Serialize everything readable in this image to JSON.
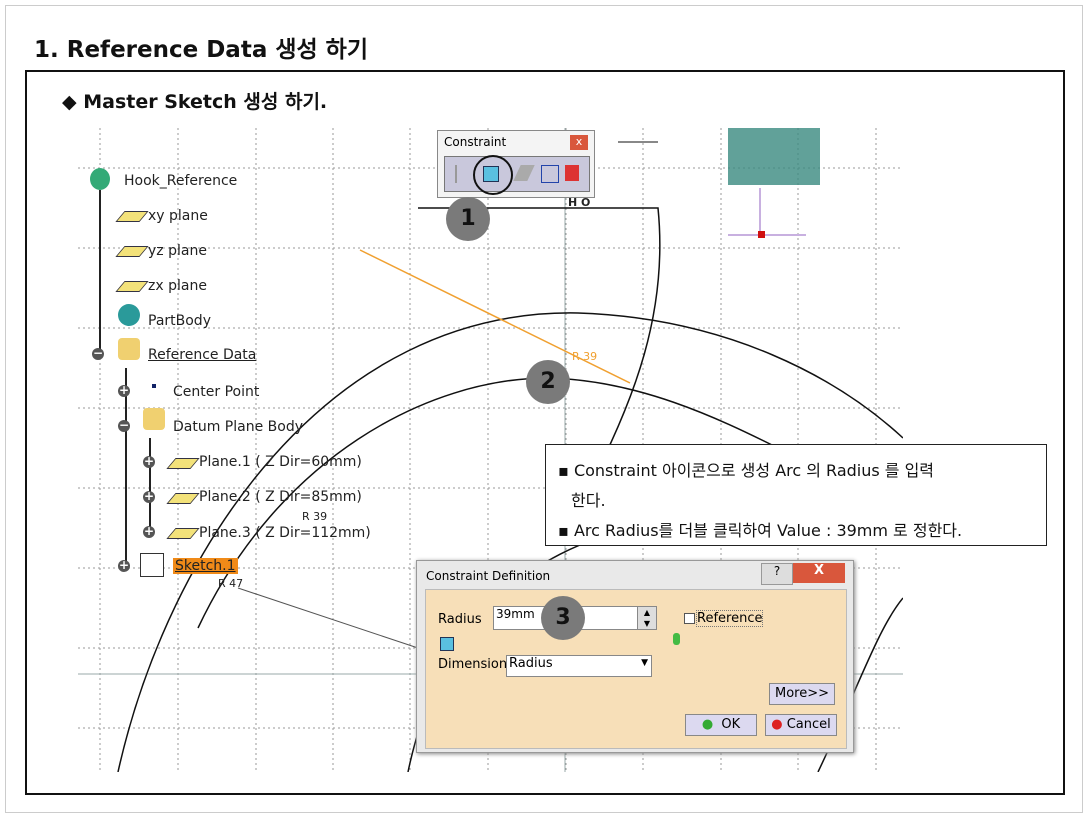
{
  "title": "1. Reference Data 생성 하기",
  "subtitle": "◆ Master Sketch 생성 하기.",
  "tree": {
    "root": "Hook_Reference",
    "items": [
      "xy plane",
      "yz plane",
      "zx plane",
      "PartBody",
      "Reference Data",
      "Center Point",
      "Datum Plane Body",
      "Plane.1 ( Z Dir=60mm)",
      "Plane.2 ( Z Dir=85mm)",
      "Plane.3 ( Z Dir=112mm)",
      "Sketch.1"
    ]
  },
  "toolbar": {
    "title": "Constraint",
    "close": "x"
  },
  "sketch": {
    "dim_r39_orange": "R 39",
    "dim_r39": "R 39",
    "dim_r47": "R 47",
    "ho": "H O"
  },
  "badges": [
    "1",
    "2",
    "3"
  ],
  "callout": {
    "bullets": [
      "Constraint 아이콘으로 생성 Arc 의 Radius 를 입력",
      "한다.",
      "Arc Radius를 더블 클릭하여 Value : 39mm 로 정한다."
    ]
  },
  "dialog": {
    "title": "Constraint Definition",
    "help": "?",
    "close": "X",
    "radius_label": "Radius",
    "radius_value": "39mm",
    "reference_label": "Reference",
    "dimension_label": "Dimension",
    "dimension_value": "Radius",
    "more": "More>>",
    "ok": "OK",
    "cancel": "Cancel"
  },
  "colors": {
    "accent_orange": "#f0a030",
    "selected": "#f08a18"
  }
}
